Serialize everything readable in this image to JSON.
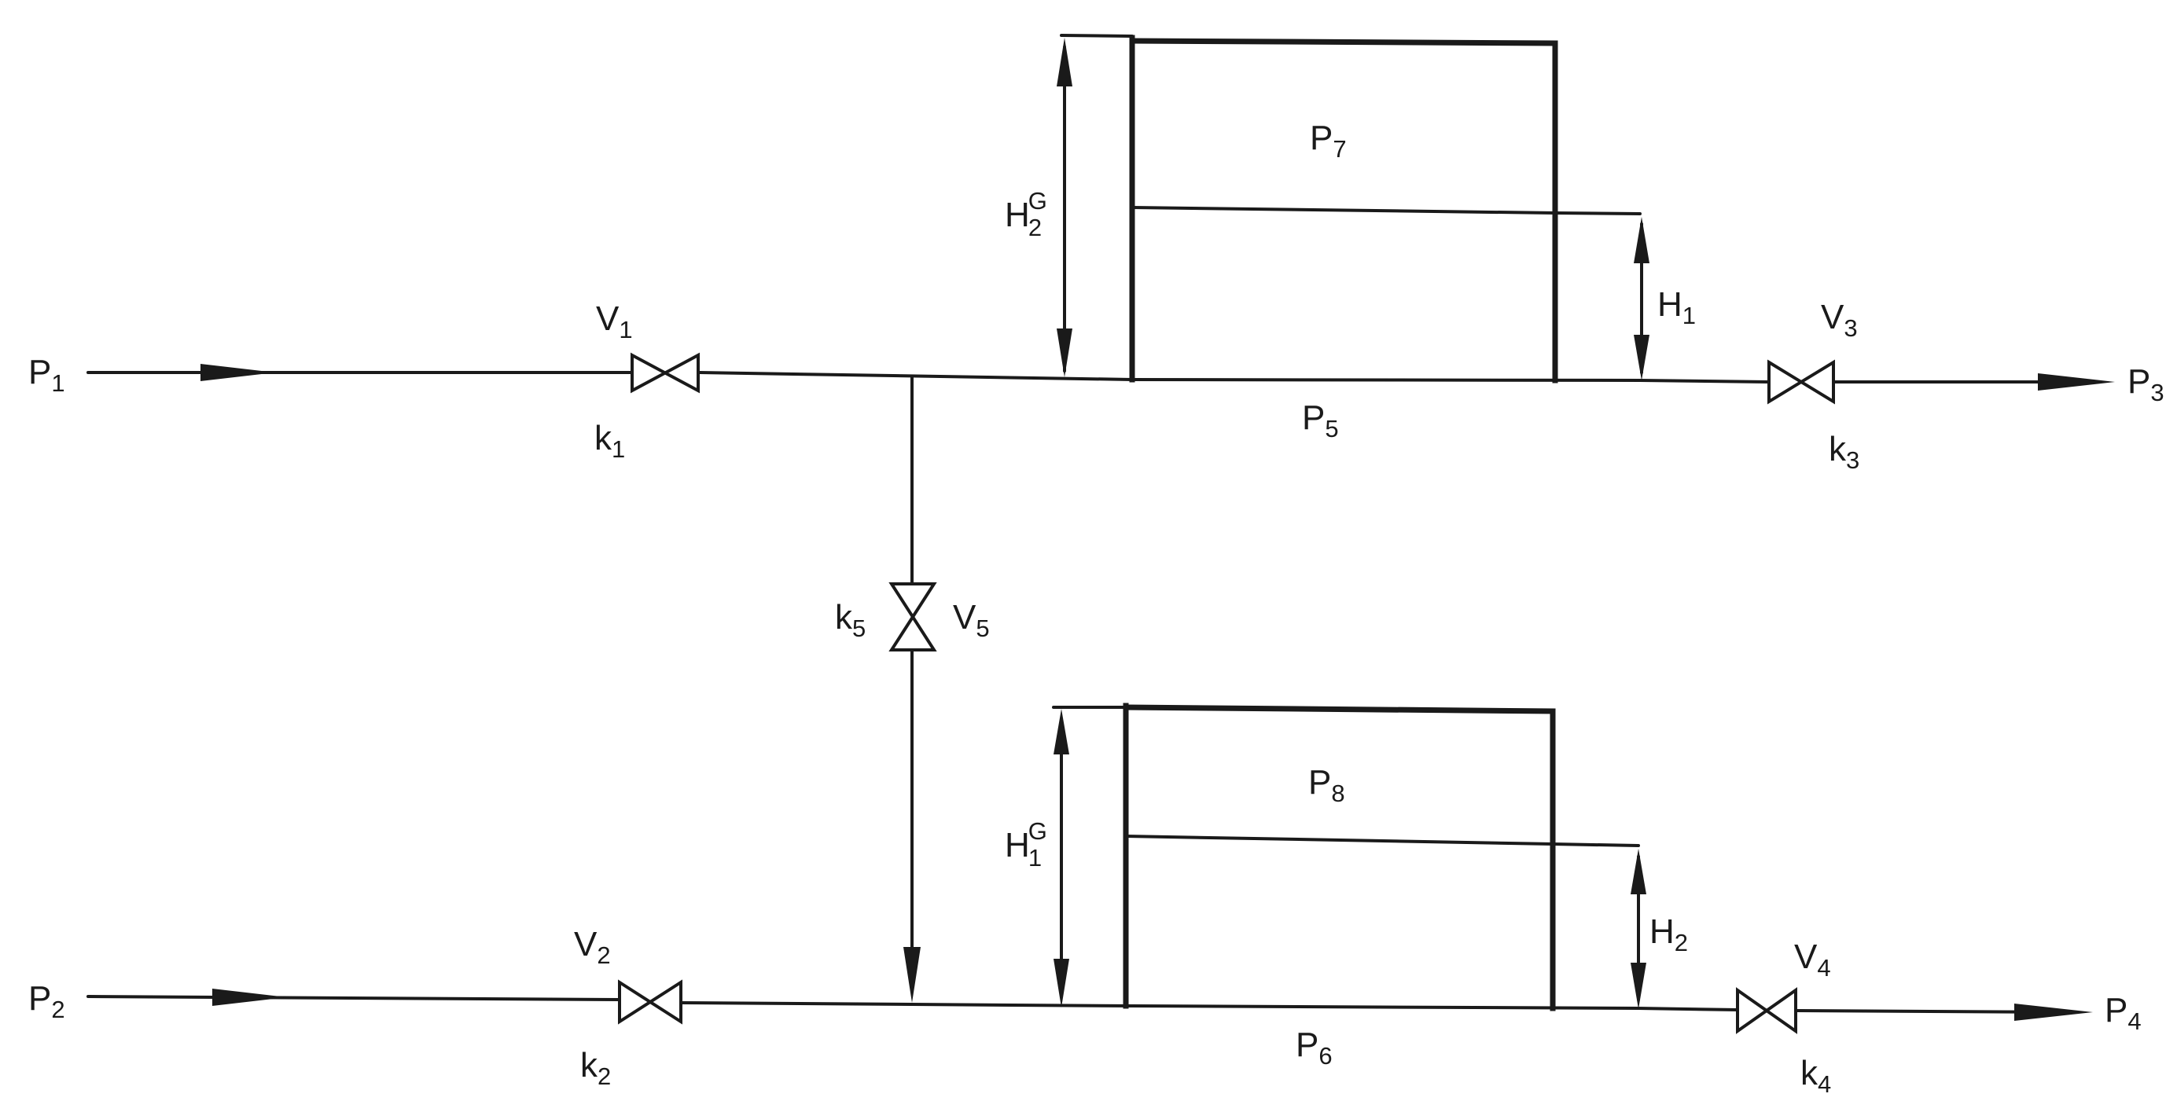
{
  "labels": {
    "p1": {
      "main": "P",
      "sub": "1"
    },
    "p2": {
      "main": "P",
      "sub": "2"
    },
    "p3": {
      "main": "P",
      "sub": "3"
    },
    "p4": {
      "main": "P",
      "sub": "4"
    },
    "p5": {
      "main": "P",
      "sub": "5"
    },
    "p6": {
      "main": "P",
      "sub": "6"
    },
    "p7": {
      "main": "P",
      "sub": "7"
    },
    "p8": {
      "main": "P",
      "sub": "8"
    },
    "v1": {
      "main": "V",
      "sub": "1"
    },
    "v2": {
      "main": "V",
      "sub": "2"
    },
    "v3": {
      "main": "V",
      "sub": "3"
    },
    "v4": {
      "main": "V",
      "sub": "4"
    },
    "v5": {
      "main": "V",
      "sub": "5"
    },
    "k1": {
      "main": "k",
      "sub": "1"
    },
    "k2": {
      "main": "k",
      "sub": "2"
    },
    "k3": {
      "main": "k",
      "sub": "3"
    },
    "k4": {
      "main": "k",
      "sub": "4"
    },
    "k5": {
      "main": "k",
      "sub": "5"
    },
    "h1": {
      "main": "H",
      "sub": "1"
    },
    "h2": {
      "main": "H",
      "sub": "2"
    },
    "h1g": {
      "main": "H",
      "sub": "1",
      "sup": "G"
    },
    "h2g": {
      "main": "H",
      "sub": "2",
      "sup": "G"
    }
  }
}
